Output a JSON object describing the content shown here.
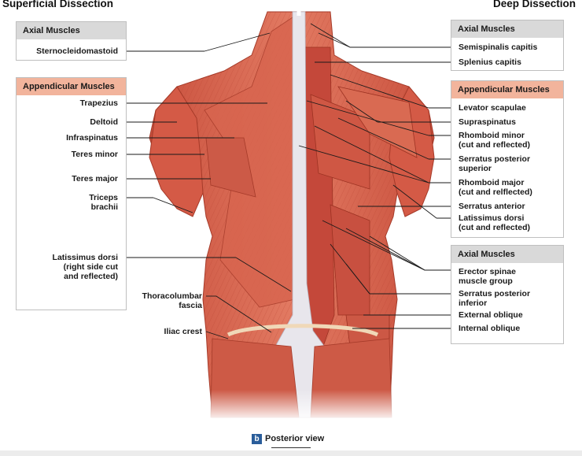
{
  "headers": {
    "left": "Superficial Dissection",
    "right": "Deep Dissection"
  },
  "left_boxes": {
    "axial_title": "Axial Muscles",
    "appendicular_title": "Appendicular Muscles"
  },
  "right_boxes": {
    "axial_title_top": "Axial Muscles",
    "appendicular_title": "Appendicular Muscles",
    "axial_title_bottom": "Axial Muscles"
  },
  "labels_left": {
    "sternocleidomastoid": "Sternocleidomastoid",
    "trapezius": "Trapezius",
    "deltoid": "Deltoid",
    "infraspinatus": "Infraspinatus",
    "teres_minor": "Teres minor",
    "teres_major": "Teres major",
    "triceps_1": "Triceps",
    "triceps_2": "brachii",
    "latissimus_1": "Latissimus dorsi",
    "latissimus_2": "(right side cut",
    "latissimus_3": "and reflected)",
    "thoracolumbar_1": "Thoracolumbar",
    "thoracolumbar_2": "fascia",
    "iliac_crest": "Iliac crest"
  },
  "labels_right": {
    "semispinalis": "Semispinalis capitis",
    "splenius": "Splenius capitis",
    "levator": "Levator scapulae",
    "supraspinatus": "Supraspinatus",
    "rhomboid_minor_1": "Rhomboid minor",
    "rhomboid_minor_2": "(cut and reflected)",
    "serratus_post_sup_1": "Serratus posterior",
    "serratus_post_sup_2": "superior",
    "rhomboid_major_1": "Rhomboid major",
    "rhomboid_major_2": "(cut and relflected)",
    "serratus_anterior": "Serratus anterior",
    "latissimus_deep_1": "Latissimus dorsi",
    "latissimus_deep_2": "(cut and reflected)",
    "erector_1": "Erector spinae",
    "erector_2": "muscle group",
    "serratus_post_inf_1": "Serratus posterior",
    "serratus_post_inf_2": "inferior",
    "external_oblique": "External oblique",
    "internal_oblique": "Internal oblique"
  },
  "caption": {
    "badge": "b",
    "text": "Posterior view"
  },
  "colors": {
    "muscle": "#d9614e",
    "muscle_dark": "#b8402f",
    "fascia": "#e8e6ec",
    "box_head_grey": "#d9d9d9",
    "box_head_salmon": "#f2b49c",
    "badge_blue": "#2a5d9a"
  }
}
